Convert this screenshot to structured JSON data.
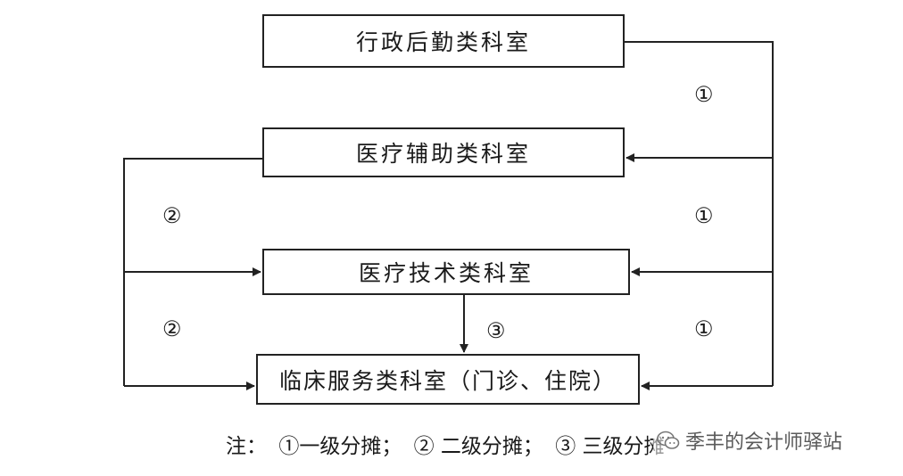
{
  "boxes": {
    "admin": "行政后勤类科室",
    "auxiliary": "医疗辅助类科室",
    "technical": "医疗技术类科室",
    "clinical": "临床服务类科室（门诊、住院）"
  },
  "markers": {
    "right_1": "①",
    "right_2": "①",
    "right_3": "①",
    "left_1": "②",
    "left_2": "②",
    "center": "③"
  },
  "note": {
    "prefix": "注：",
    "first": "①一级分摊；",
    "second": "② 二级分摊；",
    "third": "③ 三级分摊"
  },
  "watermark": {
    "text": "季丰的会计师驿站",
    "icon": "wechat-icon"
  }
}
